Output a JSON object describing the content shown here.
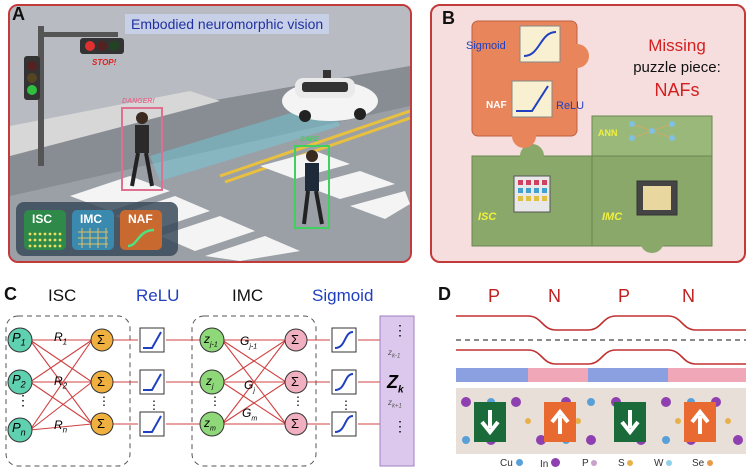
{
  "panels": {
    "a": {
      "letter": "A",
      "title": "Embodied neuromorphic vision",
      "stop_label": "STOP!",
      "danger_label": "DANGER!",
      "safe_label": "SAFE",
      "legend": [
        "ISC",
        "IMC",
        "NAF"
      ]
    },
    "b": {
      "letter": "B",
      "headline_1": "Missing",
      "headline_2": "puzzle piece:",
      "headline_3": "NAFs",
      "sigmoid_label": "Sigmoid",
      "relu_label": "ReLU",
      "naf_piece_label": "NAF",
      "ann_label": "ANN",
      "isc_label": "ISC",
      "imc_label": "IMC"
    },
    "c": {
      "letter": "C",
      "headers": {
        "isc": "ISC",
        "relu": "ReLU",
        "imc": "IMC",
        "sigmoid": "Sigmoid"
      },
      "inputs": [
        "P",
        "P",
        "P"
      ],
      "input_subs": [
        "1",
        "2",
        "n"
      ],
      "resistors": [
        "R",
        "R",
        "R"
      ],
      "resistor_subs": [
        "1",
        "2",
        "n"
      ],
      "z_nodes": [
        "z",
        "z",
        "z"
      ],
      "z_subs": [
        "j-1",
        "j",
        "m"
      ],
      "conductances": [
        "G",
        "G",
        "G"
      ],
      "conductance_subs": [
        "j-1",
        "j",
        "m"
      ],
      "sum_symbol": "Σ",
      "dots": "⋮",
      "output_main": "Z",
      "output_sub": "k",
      "output_small_top": "z",
      "output_small_top_sub": "k-1",
      "output_small_bottom": "z",
      "output_small_bottom_sub": "k+1"
    },
    "d": {
      "letter": "D",
      "regions": [
        "P",
        "N",
        "P",
        "N"
      ],
      "elements": [
        {
          "name": "Cu",
          "color": "#5aa0d8"
        },
        {
          "name": "In",
          "color": "#8e3fb0"
        },
        {
          "name": "P",
          "color": "#c8a0c8"
        },
        {
          "name": "S",
          "color": "#e8b04a"
        },
        {
          "name": "W",
          "color": "#8fd0e8"
        },
        {
          "name": "Se",
          "color": "#e89a4a"
        }
      ]
    }
  },
  "colors": {
    "panel_border": "#c23a3a",
    "accent_red": "#d42020",
    "accent_blue": "#2040c0",
    "puzzle_orange": "#e8855a",
    "puzzle_green": "#8aa86a"
  }
}
